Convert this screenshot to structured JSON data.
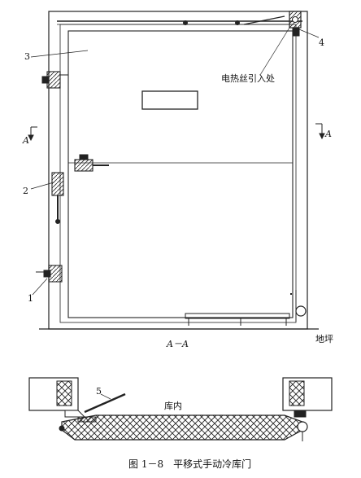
{
  "labels": {
    "part_1": "1",
    "part_2": "2",
    "part_3": "3",
    "part_4": "4",
    "part_5": "5",
    "heating_wire_entry": "电热丝引入处",
    "section_mark_left": "A",
    "section_mark_right": "A",
    "section_title": "A－A",
    "floor": "地坪",
    "inside_room": "库内"
  },
  "caption": "图 1－8　平移式手动冷库门"
}
